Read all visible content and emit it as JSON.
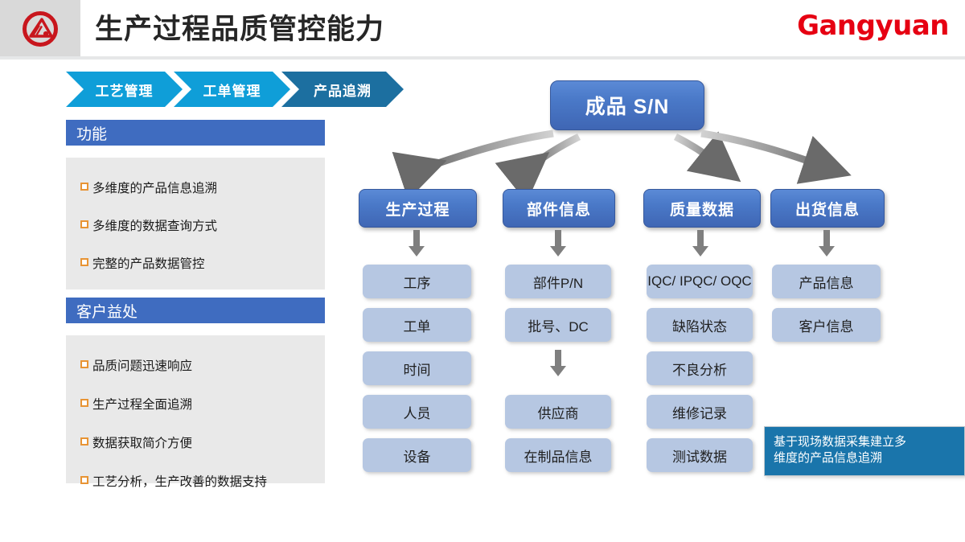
{
  "header": {
    "title": "生产过程品质管控能力",
    "brand": "Gangyuan",
    "logo_icon": "gangyuan-circle-logo-icon",
    "brand_color": "#e60012",
    "grey_block_color": "#d9d9d9"
  },
  "tabs": [
    {
      "label": "工艺管理",
      "color": "#0f9ed8",
      "active": false
    },
    {
      "label": "工单管理",
      "color": "#0f9ed8",
      "active": false
    },
    {
      "label": "产品追溯",
      "color": "#1c6fa0",
      "active": true
    }
  ],
  "panels": [
    {
      "title": "功能",
      "header_color": "#3f6cc0",
      "body_color": "#e9e9e9",
      "bullet_color": "#e89434",
      "items": [
        "多维度的产品信息追溯",
        "多维度的数据查询方式",
        "完整的产品数据管控"
      ]
    },
    {
      "title": "客户益处",
      "header_color": "#3f6cc0",
      "body_color": "#e9e9e9",
      "bullet_color": "#e89434",
      "items": [
        "品质问题迅速响应",
        "生产过程全面追溯",
        "数据获取简介方便",
        "工艺分析，生产改善的数据支持"
      ]
    }
  ],
  "diagram": {
    "root": {
      "label": "成品 S/N",
      "color": "#4a79c8"
    },
    "arrow_color_head": "#6b6b6b",
    "arrow_color_tail": "#c9c9c9",
    "down_arrow_color": "#7f7f7f",
    "item_color": "#b6c7e2",
    "columns": [
      {
        "header": "生产过程",
        "items": [
          "工序",
          "工单",
          "时间",
          "人员",
          "设备"
        ],
        "has_mid_arrow": false
      },
      {
        "header": "部件信息",
        "items": [
          "部件P/N",
          "批号、DC",
          "供应商",
          "在制品信息"
        ],
        "has_mid_arrow": true,
        "mid_arrow_after_index": 1
      },
      {
        "header": "质量数据",
        "items": [
          "IQC/ IPQC/ OQC",
          "缺陷状态",
          "不良分析",
          "维修记录",
          "测试数据"
        ],
        "has_mid_arrow": false
      },
      {
        "header": "出货信息",
        "items": [
          "产品信息",
          "客户信息"
        ],
        "has_mid_arrow": false
      }
    ],
    "callout": {
      "line1": "基于现场数据采集建立多",
      "line2": "维度的产品信息追溯",
      "color": "#1a75ab"
    }
  }
}
